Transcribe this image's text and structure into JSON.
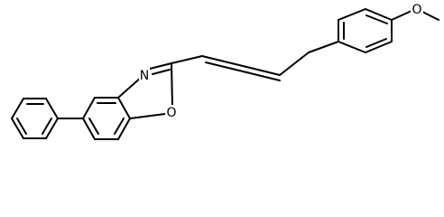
{
  "molecule": {
    "atoms": {
      "nitrogen": "N",
      "oxygen_ring": "O",
      "oxygen_methoxy": "O"
    },
    "colors": {
      "bond": "#000000",
      "background": "#ffffff"
    }
  }
}
